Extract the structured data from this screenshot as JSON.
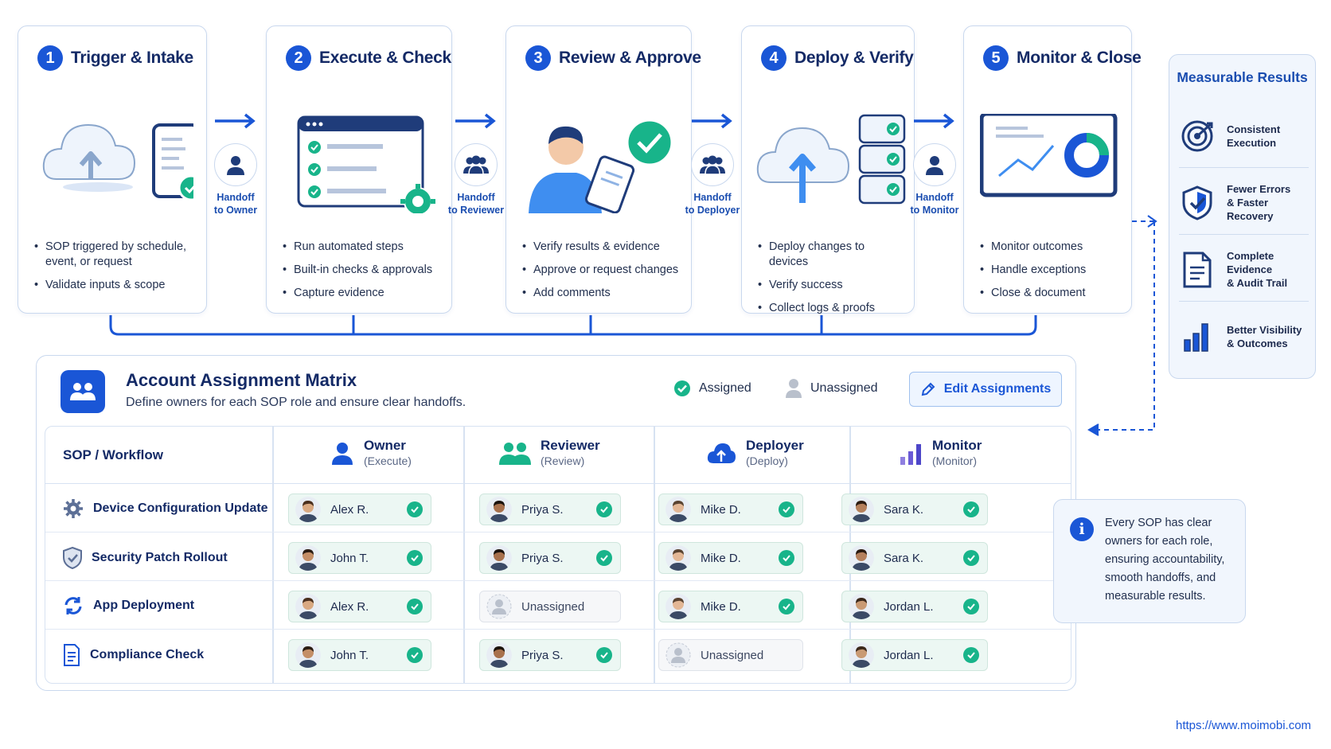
{
  "stages": [
    {
      "num": "1",
      "title": "Trigger & Intake",
      "bullets": [
        "SOP triggered by schedule, event, or request",
        "Validate inputs & scope"
      ]
    },
    {
      "num": "2",
      "title": "Execute & Check",
      "bullets": [
        "Run automated steps",
        "Built-in checks & approvals",
        "Capture evidence"
      ]
    },
    {
      "num": "3",
      "title": "Review & Approve",
      "bullets": [
        "Verify results & evidence",
        "Approve or request changes",
        "Add comments"
      ]
    },
    {
      "num": "4",
      "title": "Deploy & Verify",
      "bullets": [
        "Deploy changes to devices",
        "Verify success",
        "Collect logs & proofs"
      ]
    },
    {
      "num": "5",
      "title": "Monitor & Close",
      "bullets": [
        "Monitor outcomes",
        "Handle exceptions",
        "Close & document"
      ]
    }
  ],
  "handoffs": [
    {
      "line1": "Handoff",
      "line2": "to Owner"
    },
    {
      "line1": "Handoff",
      "line2": "to Reviewer"
    },
    {
      "line1": "Handoff",
      "line2": "to Deployer"
    },
    {
      "line1": "Handoff",
      "line2": "to Monitor"
    }
  ],
  "results": {
    "title": "Measurable Results",
    "items": [
      {
        "icon": "target-icon",
        "text": "Consistent\nExecution"
      },
      {
        "icon": "shield-check-icon",
        "text": "Fewer Errors\n& Faster Recovery"
      },
      {
        "icon": "document-icon",
        "text": "Complete Evidence\n& Audit Trail"
      },
      {
        "icon": "bar-chart-icon",
        "text": "Better Visibility\n& Outcomes"
      }
    ]
  },
  "matrix": {
    "title": "Account Assignment Matrix",
    "subtitle": "Define owners for each SOP role and ensure clear handoffs.",
    "legend_assigned": "Assigned",
    "legend_unassigned": "Unassigned",
    "edit_label": "Edit Assignments",
    "first_col": "SOP / Workflow",
    "columns": [
      {
        "name": "Owner",
        "sub": "(Execute)"
      },
      {
        "name": "Reviewer",
        "sub": "(Review)"
      },
      {
        "name": "Deployer",
        "sub": "(Deploy)"
      },
      {
        "name": "Monitor",
        "sub": "(Monitor)"
      }
    ],
    "rows": [
      {
        "label": "Device Configuration Update",
        "icon": "gear-icon",
        "cells": [
          "Alex R.",
          "Priya S.",
          "Mike D.",
          "Sara K."
        ]
      },
      {
        "label": "Security Patch Rollout",
        "icon": "shield-icon",
        "cells": [
          "John T.",
          "Priya S.",
          "Mike D.",
          "Sara K."
        ]
      },
      {
        "label": "App Deployment",
        "icon": "refresh-icon",
        "cells": [
          "Alex R.",
          "Unassigned",
          "Mike D.",
          "Jordan L."
        ]
      },
      {
        "label": "Compliance Check",
        "icon": "document-icon",
        "cells": [
          "John T.",
          "Priya S.",
          "Unassigned",
          "Jordan L."
        ]
      }
    ]
  },
  "note": "Every SOP has clear owners for each role, ensuring accountability, smooth handoffs, and measurable results.",
  "footer_url": "https://www.moimobi.com",
  "colors": {
    "accent": "#1a56d6",
    "success": "#18b48a",
    "border": "#c9d8ee"
  }
}
